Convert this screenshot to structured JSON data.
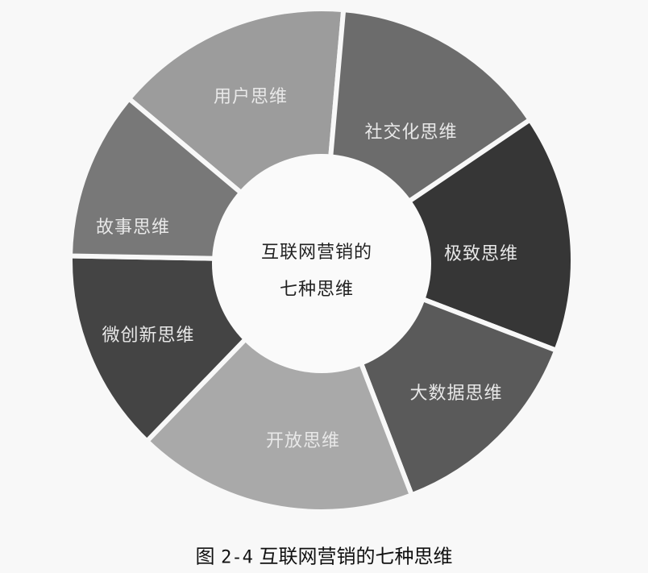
{
  "diagram": {
    "type": "donut-segmented",
    "center_text": [
      "互联网营销的",
      "七种思维"
    ],
    "segments": [
      {
        "label": "用户思维",
        "color": "#9c9c9c"
      },
      {
        "label": "社交化思维",
        "color": "#6c6c6c"
      },
      {
        "label": "极致思维",
        "color": "#363636"
      },
      {
        "label": "大数据思维",
        "color": "#5a5a5a"
      },
      {
        "label": "开放思维",
        "color": "#a9a9a9"
      },
      {
        "label": "微创新思维",
        "color": "#444444"
      },
      {
        "label": "故事思维",
        "color": "#787878"
      }
    ]
  },
  "caption": {
    "prefix": "图",
    "number": "2-4",
    "title": "互联网营销的七种思维"
  },
  "colors": {
    "background": "#f8f8f8",
    "separator": "#f8f8f8",
    "center_fill": "#fafafa",
    "label_text": "#e8e8e8",
    "center_text": "#222222"
  }
}
